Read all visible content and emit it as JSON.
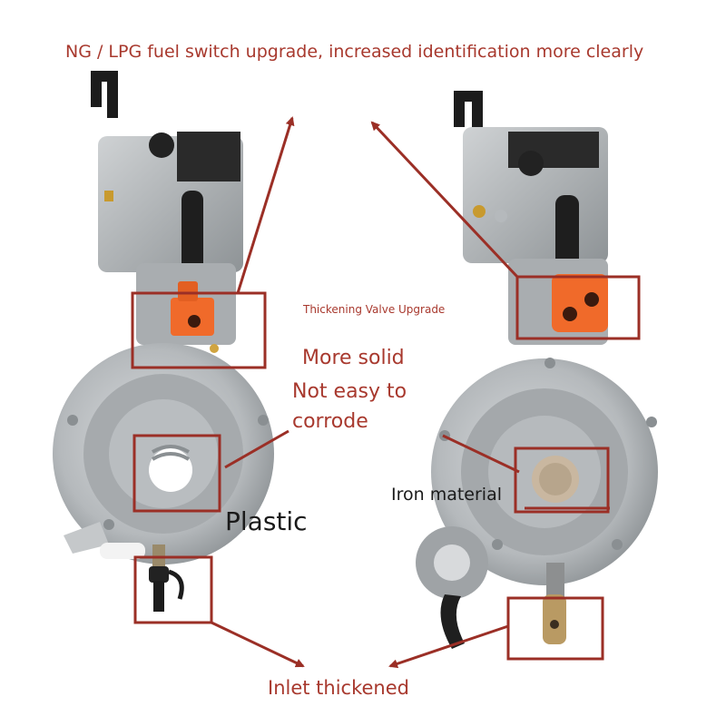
{
  "annotations": {
    "headline": "NG / LPG fuel switch upgrade, increased identification more clearly",
    "thickening_valve": "Thickening Valve Upgrade",
    "solid_line1": "More solid",
    "solid_line2": "Not easy to",
    "solid_line3": "corrode",
    "plastic": "Plastic",
    "iron": "Iron material",
    "inlet": "Inlet thickened"
  },
  "colors": {
    "annotation_red": "#a8392e",
    "box_red": "#9b2f26",
    "valve_orange": "#f06a2a",
    "metal": "#b8bcbf"
  }
}
